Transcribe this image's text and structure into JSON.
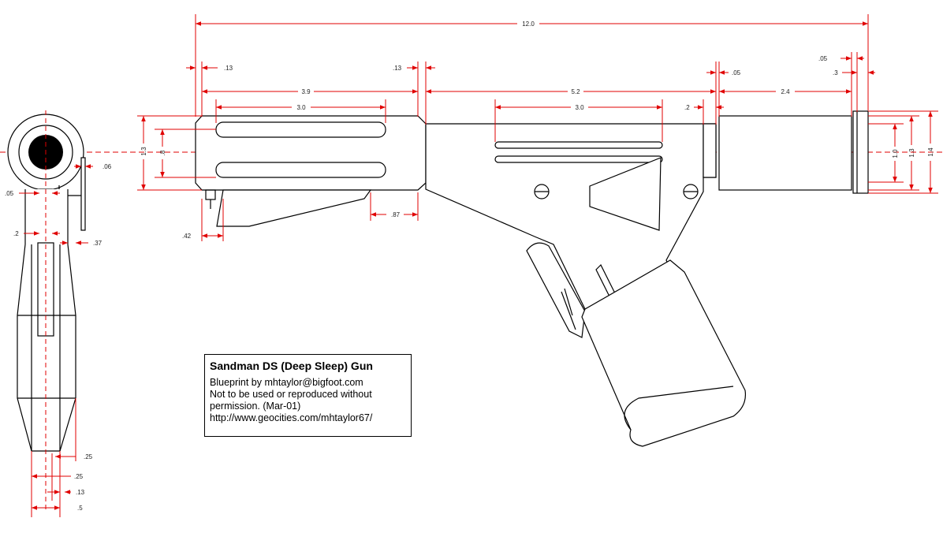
{
  "title": "Sandman DS (Deep Sleep) Gun",
  "credits": [
    "Blueprint by mhtaylor@bigfoot.com",
    "Not to be used or reproduced without",
    "permission.  (Mar-01)",
    "http://www.geocities.com/mhtaylor67/"
  ],
  "side_view_dimensions": {
    "overall_length": "12.0",
    "rear_cap": ".13",
    "front_cap": ".13",
    "rear_body": "3.9",
    "rear_slot": "3.0",
    "mid_body": "5.2",
    "mid_slot": "3.0",
    "mid_ring": ".2",
    "ring_gap": ".05",
    "barrel": "2.4",
    "muzzle_gap": ".05",
    "muzzle_ring": ".3",
    "rear_height": "1.3",
    "rear_slot_height": ".8",
    "barrel_dia": "1.0",
    "muzzle_inner": "1.3",
    "muzzle_outer": "1.4",
    "trigger_offset": ".42",
    "guard_length": ".87"
  },
  "end_view_dimensions": {
    "sight_offset": ".06",
    "pin_offset": ".05",
    "pin_width": ".2",
    "grip_offset": ".37",
    "base_width": ".25",
    "base_inner": ".25",
    "base_small": ".13",
    "base_total": ".5"
  },
  "colors": {
    "line": "#000000",
    "dimension": "#e00000",
    "background": "#ffffff"
  }
}
